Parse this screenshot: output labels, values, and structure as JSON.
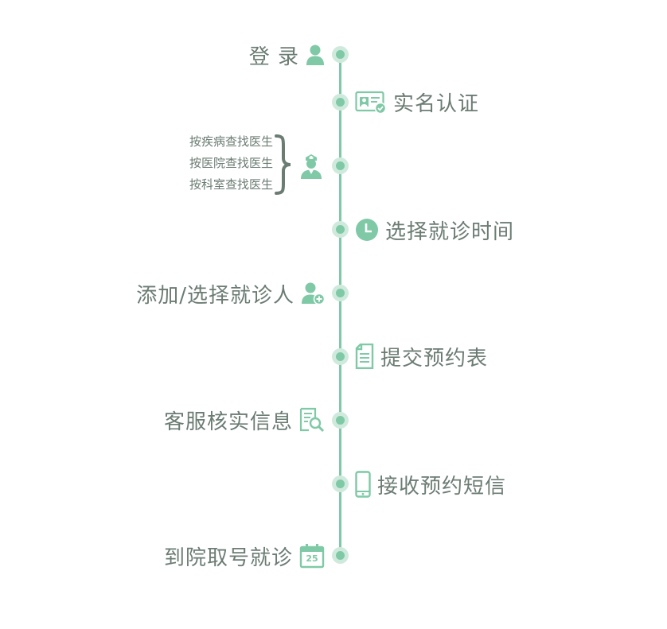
{
  "colors": {
    "accent": "#7fc9a6",
    "accent_light": "#cfeadd",
    "text": "#6b7c73"
  },
  "steps": [
    {
      "label": "登 录",
      "icon": "user-icon",
      "side": "left"
    },
    {
      "label": "实名认证",
      "icon": "id-card-icon",
      "side": "right"
    },
    {
      "label": "",
      "icon": "doctor-icon",
      "side": "left",
      "options": [
        "按疾病查找医生",
        "按医院查找医生",
        "按科室查找医生"
      ]
    },
    {
      "label": "选择就诊时间",
      "icon": "clock-icon",
      "side": "right"
    },
    {
      "label": "添加/选择就诊人",
      "icon": "add-user-icon",
      "side": "left"
    },
    {
      "label": "提交预约表",
      "icon": "document-icon",
      "side": "right"
    },
    {
      "label": "客服核实信息",
      "icon": "document-search-icon",
      "side": "left"
    },
    {
      "label": "接收预约短信",
      "icon": "phone-icon",
      "side": "right"
    },
    {
      "label": "到院取号就诊",
      "icon": "calendar-icon",
      "side": "left",
      "calendar_day": "25"
    }
  ]
}
